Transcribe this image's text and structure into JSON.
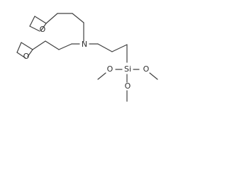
{
  "molecule": {
    "atoms": {
      "o_top_epoxide": "O",
      "o_left_epoxide": "O",
      "n_amine": "N",
      "si": "Si",
      "o_methoxy_left": "O",
      "o_methoxy_right": "O",
      "o_methoxy_bottom": "O"
    }
  }
}
